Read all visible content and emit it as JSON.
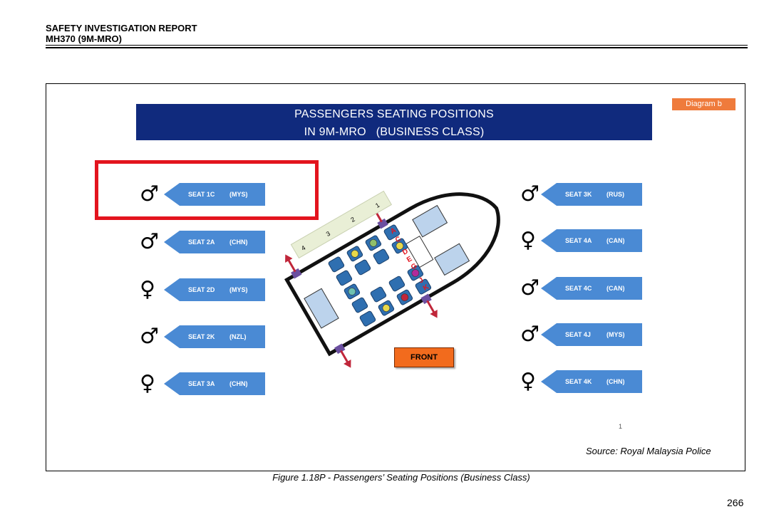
{
  "header": {
    "line1": "SAFETY INVESTIGATION REPORT",
    "line2": "MH370 (9M-MRO)"
  },
  "diagram": {
    "tag": "Diagram b",
    "title_line1": "PASSENGERS SEATING POSITIONS",
    "title_line2": "IN 9M-MRO   (BUSINESS CLASS)",
    "left_seats": [
      {
        "seat": "SEAT 1C",
        "nat": "(MYS)",
        "gender": "male",
        "symbol": "♂"
      },
      {
        "seat": "SEAT 2A",
        "nat": "(CHN)",
        "gender": "male",
        "symbol": "♂"
      },
      {
        "seat": "SEAT 2D",
        "nat": "(MYS)",
        "gender": "female",
        "symbol": "♀"
      },
      {
        "seat": "SEAT 2K",
        "nat": "(NZL)",
        "gender": "male",
        "symbol": "♂"
      },
      {
        "seat": "SEAT 3A",
        "nat": "(CHN)",
        "gender": "female",
        "symbol": "♀"
      }
    ],
    "right_seats": [
      {
        "seat": "SEAT 3K",
        "nat": "(RUS)",
        "gender": "male",
        "symbol": "♂"
      },
      {
        "seat": "SEAT 4A",
        "nat": "(CAN)",
        "gender": "female",
        "symbol": "♀"
      },
      {
        "seat": "SEAT 4C",
        "nat": "(CAN)",
        "gender": "male",
        "symbol": "♂"
      },
      {
        "seat": "SEAT 4J",
        "nat": "(MYS)",
        "gender": "male",
        "symbol": "♂"
      },
      {
        "seat": "SEAT 4K",
        "nat": "(CHN)",
        "gender": "female",
        "symbol": "♀"
      }
    ],
    "row_numbers": [
      "1",
      "2",
      "3",
      "4"
    ],
    "column_letters": [
      "A",
      "C",
      "D",
      "E",
      "G",
      "J",
      "K"
    ],
    "front_label": "FRONT",
    "page_mark": "1",
    "source": "Source: Royal Malaysia Police",
    "colors": {
      "banner": "#102a7d",
      "seat_tag": "#4a8ad4",
      "highlight_box": "#e3141e",
      "front": "#f26b1d",
      "diagram_tag": "#ef7b3c"
    }
  },
  "caption": "Figure 1.18P - Passengers’ Seating Positions (Business Class)",
  "page_number": "266"
}
